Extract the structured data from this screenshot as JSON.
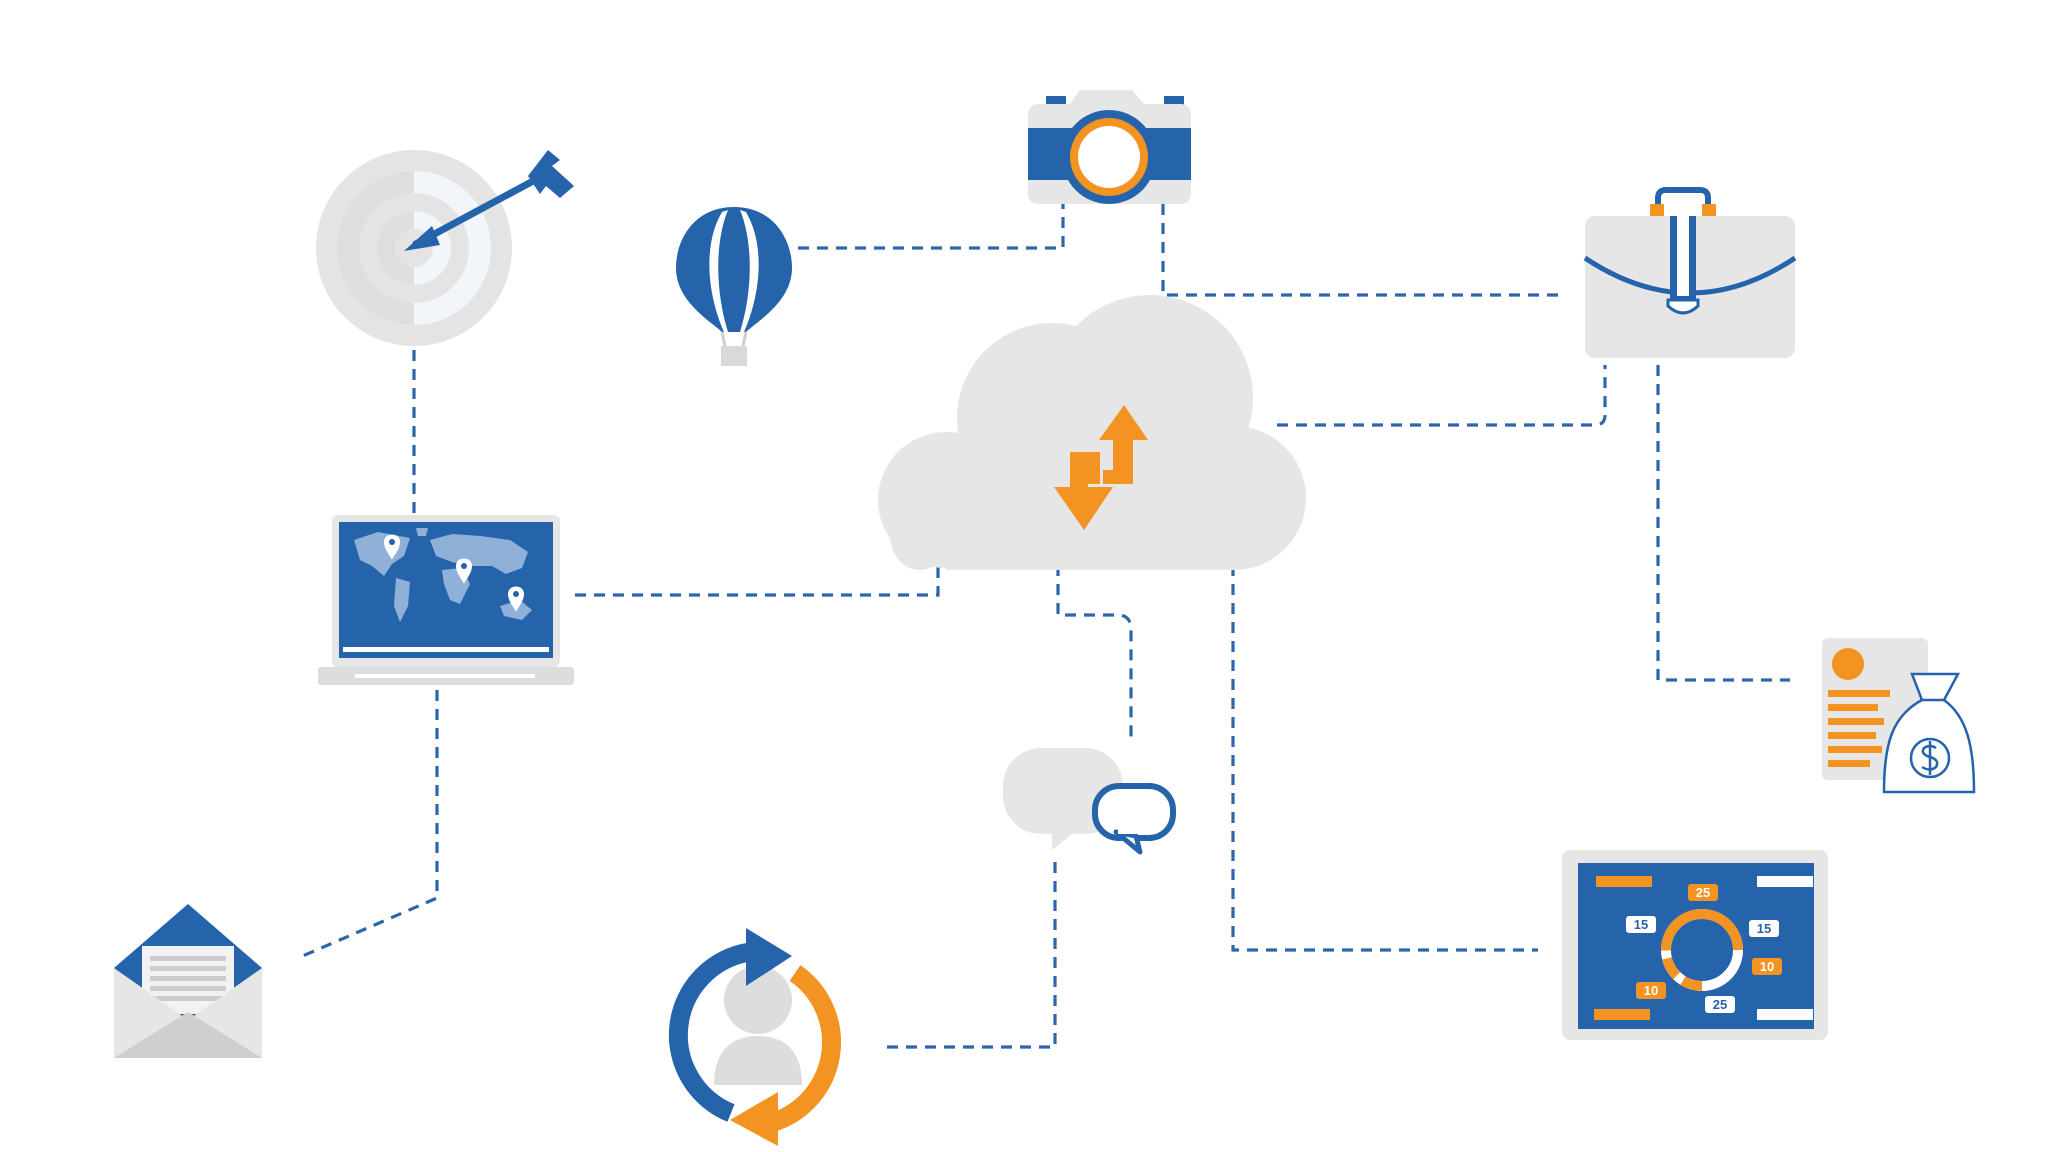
{
  "colors": {
    "blue": "#2563ab",
    "orange": "#f39322",
    "light_gray": "#e6e6e6",
    "mid_gray": "#cfcfcf",
    "white": "#ffffff"
  },
  "icons": [
    "target-icon",
    "hot-air-balloon-icon",
    "camera-icon",
    "briefcase-icon",
    "cloud-sync-icon",
    "laptop-world-map-icon",
    "invoice-money-bag-icon",
    "chat-bubbles-icon",
    "tablet-chart-icon",
    "envelope-icon",
    "user-sync-icon"
  ],
  "tablet_chart": {
    "labels": [
      "25",
      "15",
      "15",
      "10",
      "10",
      "25"
    ]
  }
}
